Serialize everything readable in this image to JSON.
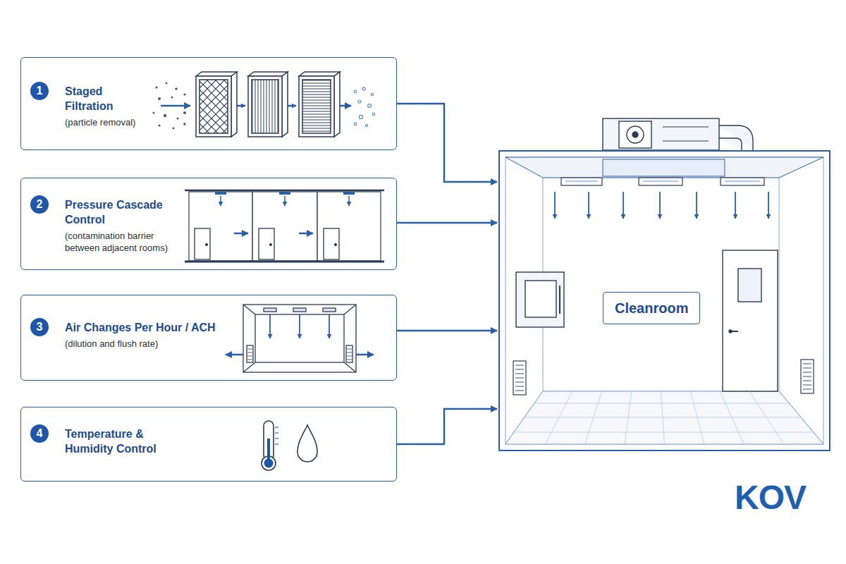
{
  "diagram": {
    "nodes": [
      {
        "text": [
          "1",
          "Staged Filtration",
          "(particle removal)"
        ]
      },
      {
        "text": [
          "2",
          "Pressure Cascade Control",
          "(contamination barrier between adjacent rooms)"
        ]
      },
      {
        "text": [
          "3",
          "Air Changes Per Hour / ACH",
          "(dilution and flush rate)"
        ]
      },
      {
        "text": [
          "4",
          "Temperature & Humidity Control"
        ]
      },
      {
        "text": [
          "Cleanroom"
        ]
      }
    ],
    "edges": [
      {
        "from": 0,
        "to": 4,
        "arrow": "to"
      },
      {
        "from": 1,
        "to": 4,
        "arrow": "to"
      },
      {
        "from": 2,
        "to": 4,
        "arrow": "to"
      },
      {
        "from": 3,
        "to": 4,
        "arrow": "to"
      }
    ],
    "labels": [
      "KOV"
    ]
  }
}
